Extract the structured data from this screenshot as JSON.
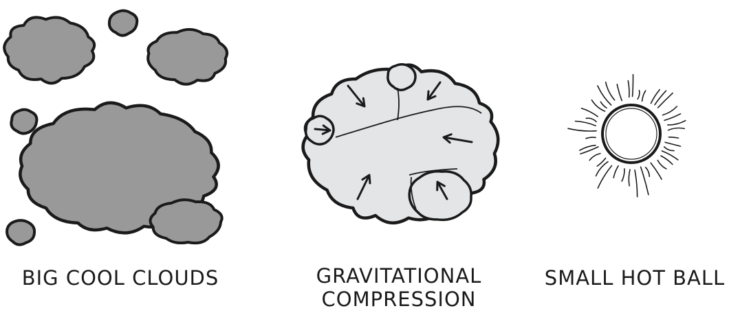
{
  "panels": [
    {
      "caption_lines": [
        "BIG COOL CLOUDS"
      ],
      "icon": "clouds-icon",
      "fill": "#999999"
    },
    {
      "caption_lines": [
        "GRAVITATIONAL",
        "COMPRESSION"
      ],
      "icon": "compressing-cloud-icon",
      "fill": "#e3e5e7"
    },
    {
      "caption_lines": [
        "SMALL HOT BALL"
      ],
      "icon": "hot-ball-icon",
      "fill": "#ffffff"
    }
  ],
  "colors": {
    "ink": "#1a1a1a",
    "cool_cloud": "#999999",
    "compressed_cloud": "#e3e5e7"
  }
}
